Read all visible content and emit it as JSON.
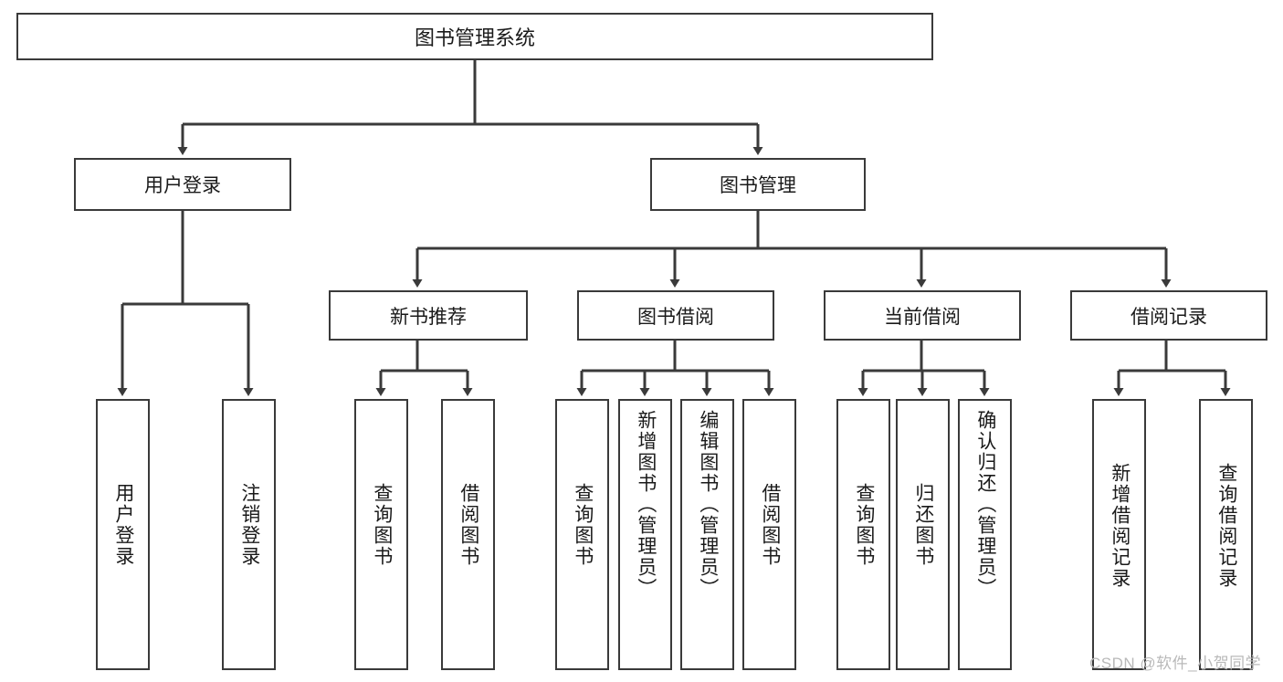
{
  "diagram": {
    "title": "图书管理系统",
    "type": "功能结构图",
    "root": {
      "label": "图书管理系统"
    },
    "level2": [
      {
        "label": "用户登录"
      },
      {
        "label": "图书管理"
      }
    ],
    "level3": [
      {
        "label": "新书推荐",
        "parent": "图书管理"
      },
      {
        "label": "图书借阅",
        "parent": "图书管理"
      },
      {
        "label": "当前借阅",
        "parent": "图书管理"
      },
      {
        "label": "借阅记录",
        "parent": "图书管理"
      }
    ],
    "leaves": {
      "user_login": [
        {
          "label": "用户登录"
        },
        {
          "label": "注销登录"
        }
      ],
      "new_book_recommend": [
        {
          "label": "查询图书"
        },
        {
          "label": "借阅图书"
        }
      ],
      "book_borrow": [
        {
          "label": "查询图书"
        },
        {
          "label": "新增图书（管理员）"
        },
        {
          "label": "编辑图书（管理员）"
        },
        {
          "label": "借阅图书"
        }
      ],
      "current_borrow": [
        {
          "label": "查询图书"
        },
        {
          "label": "归还图书"
        },
        {
          "label": "确认归还（管理员）"
        }
      ],
      "borrow_record": [
        {
          "label": "新增借阅记录"
        },
        {
          "label": "查询借阅记录"
        }
      ]
    }
  },
  "watermark": {
    "text": "CSDN @软件_小贺同学"
  },
  "colors": {
    "stroke": "#3a3a3a",
    "box_fill": "#ffffff",
    "text": "#1a1a1a",
    "watermark": "#b9b9b9"
  }
}
